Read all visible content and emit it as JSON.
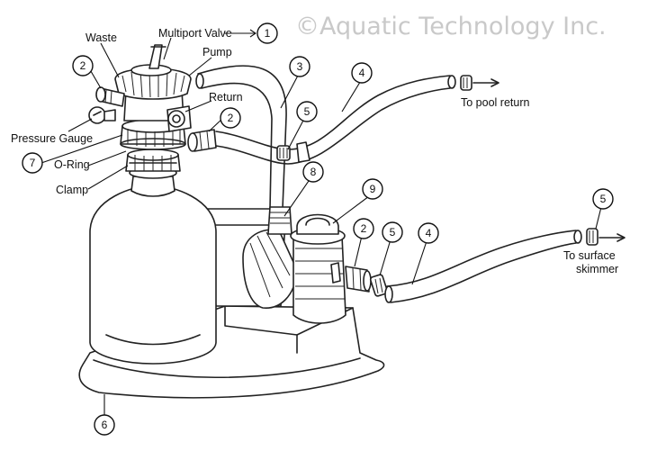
{
  "watermark": "©Aquatic Technology Inc.",
  "labels": {
    "multiport_valve": "Multiport Valve",
    "waste": "Waste",
    "pump": "Pump",
    "return": "Return",
    "pressure_gauge": "Pressure Gauge",
    "o_ring": "O-Ring",
    "clamp": "Clamp",
    "to_pool_return": "To pool return",
    "to_surface": "To surface",
    "skimmer": "skimmer"
  },
  "callouts": {
    "c1": "1",
    "c2": "2",
    "c3": "3",
    "c4": "4",
    "c5": "5",
    "c6": "6",
    "c7": "7",
    "c8": "8",
    "c9": "9"
  }
}
